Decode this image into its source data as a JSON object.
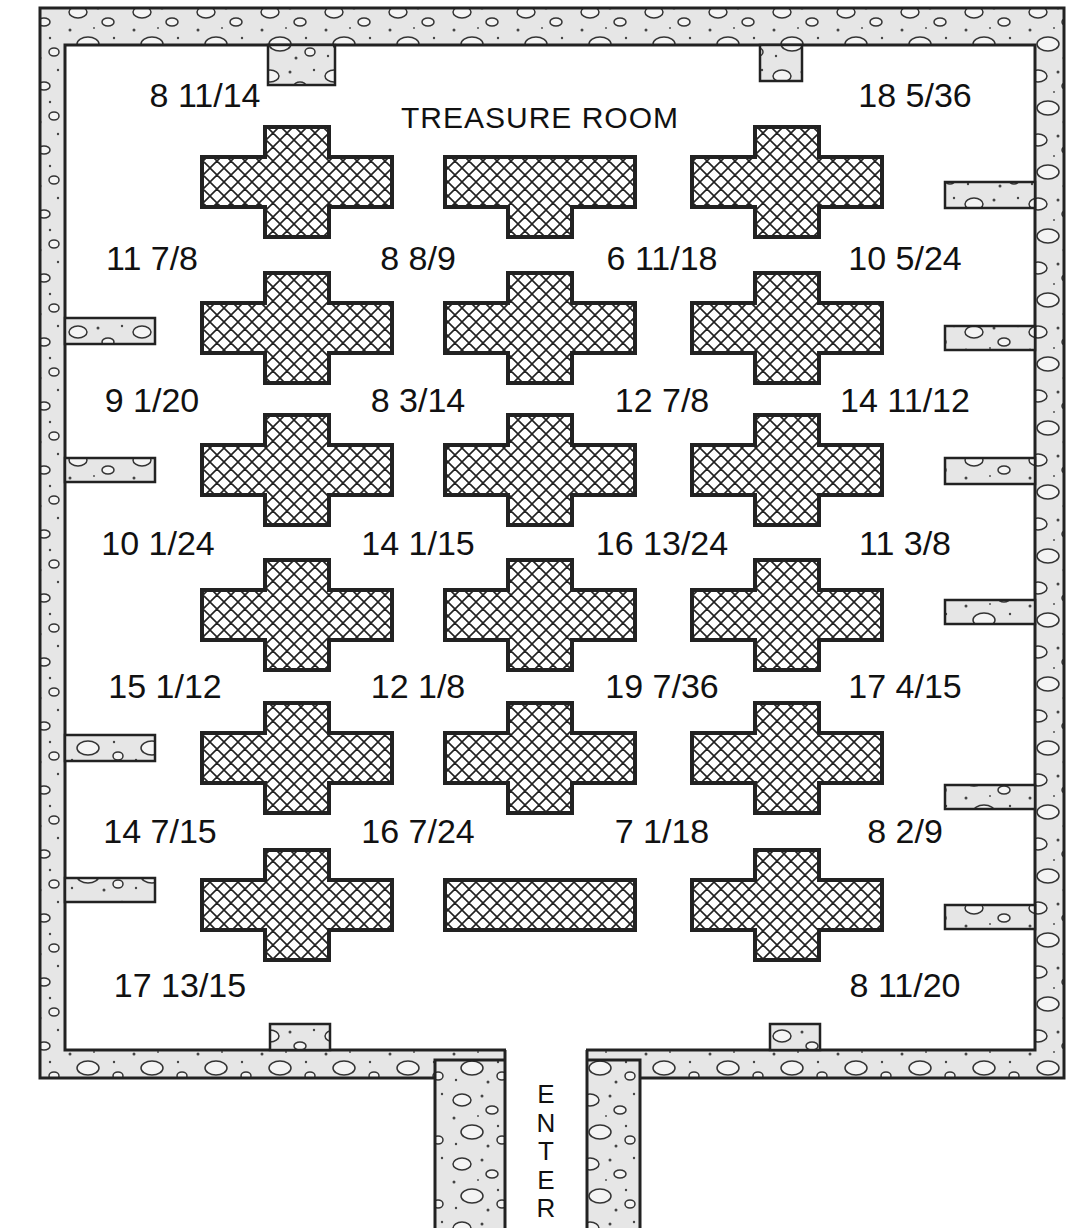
{
  "diagram": {
    "labels": [
      "8 11/14",
      "TREASURE ROOM",
      "18 5/36",
      "11 7/8",
      "8 8/9",
      "6 11/18",
      "10 5/24",
      "9 1/20",
      "8 3/14",
      "12 7/8",
      "14 11/12",
      "10 1/24",
      "14 1/15",
      "16 13/24",
      "11 3/8",
      "15 1/12",
      "12 1/8",
      "19 7/36",
      "17 4/15",
      "14 7/15",
      "16 7/24",
      "7 1/18",
      "8 2/9",
      "17 13/15",
      "8 11/20",
      "ENTER"
    ]
  }
}
